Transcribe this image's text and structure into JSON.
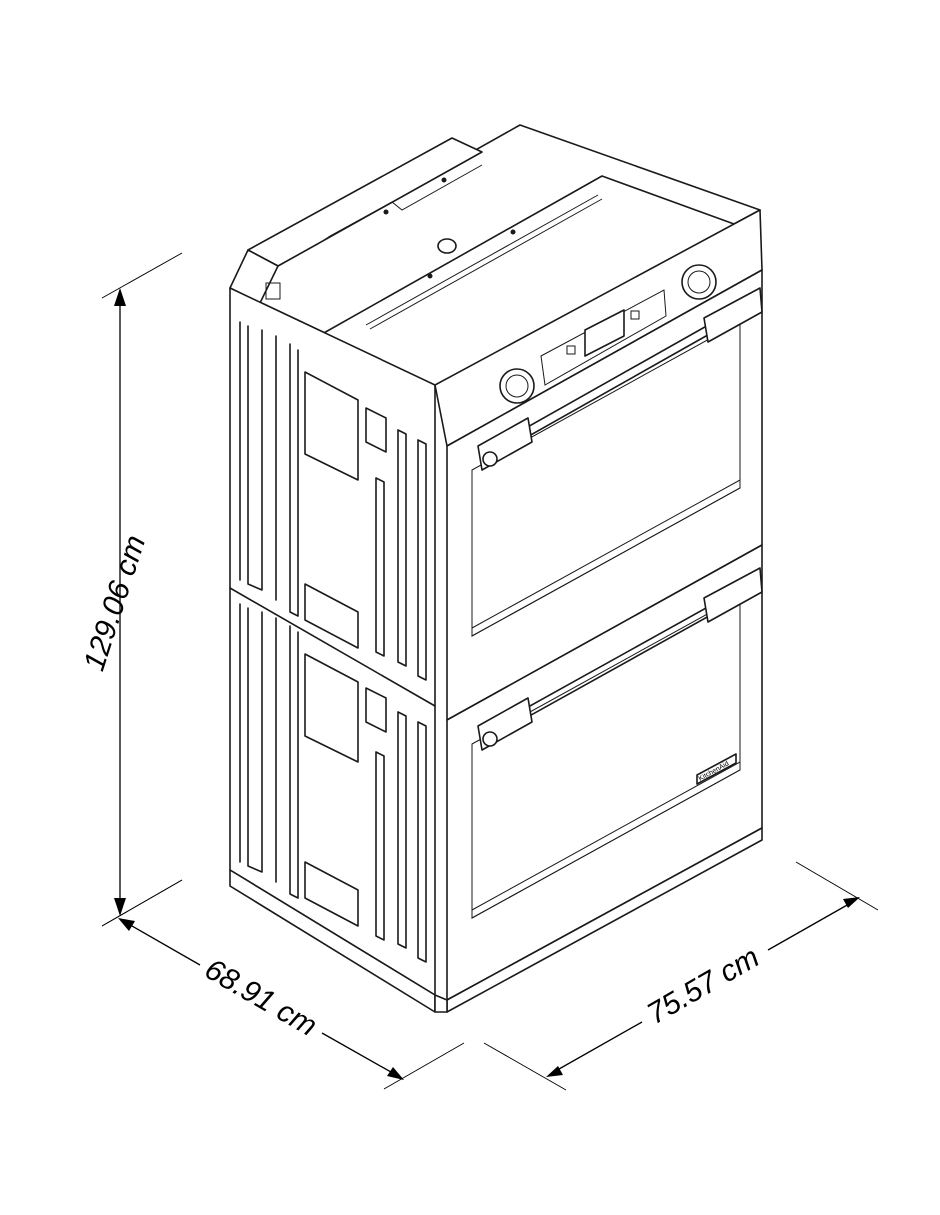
{
  "dimensions": {
    "height_label": "129.06 cm",
    "depth_label": "68.91 cm",
    "width_label": "75.57 cm"
  },
  "brand": {
    "badge_text": "KitchenAid"
  },
  "colors": {
    "line": "#1a1a1a",
    "background": "#ffffff"
  }
}
